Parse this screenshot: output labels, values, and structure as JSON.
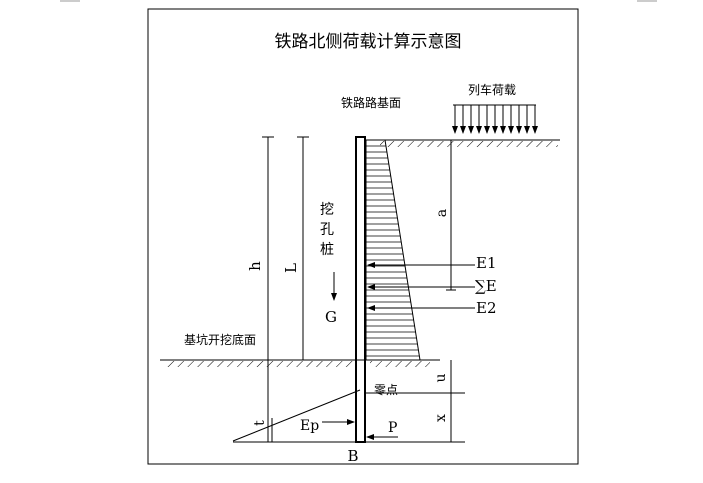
{
  "title": "铁路北侧荷载计算示意图",
  "labels": {
    "rail_surface": "铁路路基面",
    "train_load": "列车荷载",
    "pile_name_1": "挖",
    "pile_name_2": "孔",
    "pile_name_3": "桩",
    "pit_bottom": "基坑开挖底面",
    "zero_point": "零点",
    "dim_h": "h",
    "dim_L": "L",
    "dim_a": "a",
    "dim_u": "u",
    "dim_x": "x",
    "dim_t": "t",
    "force_G": "G",
    "force_E1": "E1",
    "force_sum_E": "∑E",
    "force_E2": "E2",
    "force_Ep": "Ep",
    "force_P": "P",
    "point_B": "B"
  }
}
